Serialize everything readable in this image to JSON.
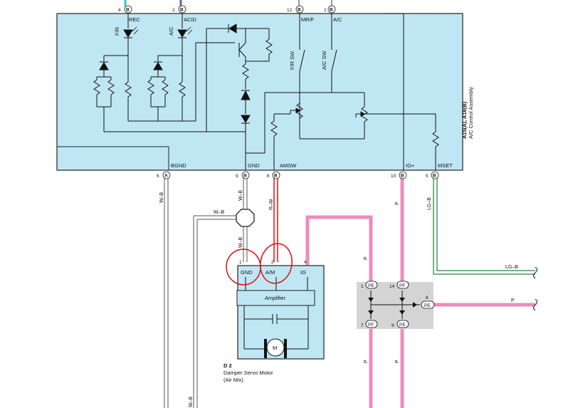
{
  "ecu": {
    "title_line1": "A15(A), A16(B)",
    "title_line2": "A/C Control Assembly",
    "top_pins": [
      {
        "num": "4",
        "conn": "B",
        "name": "REC"
      },
      {
        "num": "2",
        "conn": "B",
        "name": "ACID"
      },
      {
        "num": "12",
        "conn": "B",
        "name": "MR/F"
      },
      {
        "num": "1",
        "conn": "B",
        "name": "A/C"
      }
    ],
    "bottom_pins": [
      {
        "num": "6",
        "conn": "A",
        "name": "BGND"
      },
      {
        "num": "9",
        "conn": "B",
        "name": "GND"
      },
      {
        "num": "6",
        "conn": "B",
        "name": "AMSW"
      },
      {
        "num": "10",
        "conn": "B",
        "name": "IG+"
      },
      {
        "num": "5",
        "conn": "B",
        "name": "MSET"
      }
    ],
    "led_labels": [
      "F/R",
      "A/C"
    ],
    "switch_labels": [
      "F/R SW",
      "A/C SW"
    ]
  },
  "wires": {
    "bgnd": "W–B",
    "gnd": "W–B",
    "junction_in": "W–B",
    "gnd_to_motor": "W–B",
    "amsw": "R–W",
    "ig": "P",
    "mset": "LG–B",
    "lgb_out": "LG–B",
    "pe8_out": "P",
    "pf7_down": "P",
    "pe9_down": "P",
    "bottom_wb": "W–B"
  },
  "motor": {
    "pins": [
      {
        "num": "1",
        "name": "GND"
      },
      {
        "num": "2",
        "name": "A/M"
      },
      {
        "num": "4",
        "name": "IG"
      }
    ],
    "amplifier": "Amplifier",
    "motor_symbol": "M",
    "code": "D 2",
    "name_line1": "Damper Servo Motor",
    "name_line2": "(Air Mix)"
  },
  "junction_block": {
    "connectors": [
      {
        "num": "1",
        "code": "PE"
      },
      {
        "num": "14",
        "code": "PF"
      },
      {
        "num": "8",
        "code": "PE"
      },
      {
        "num": "7",
        "code": "PF"
      },
      {
        "num": "9",
        "code": "PE"
      }
    ]
  },
  "colors": {
    "ecu_fill": "#bfe6f3",
    "pink_wire": "#ec8cbf",
    "red_wire": "#e02020",
    "green_wire": "#4a9c5a",
    "annotation": "#d81010",
    "junction_fill": "#d4d4d4"
  }
}
